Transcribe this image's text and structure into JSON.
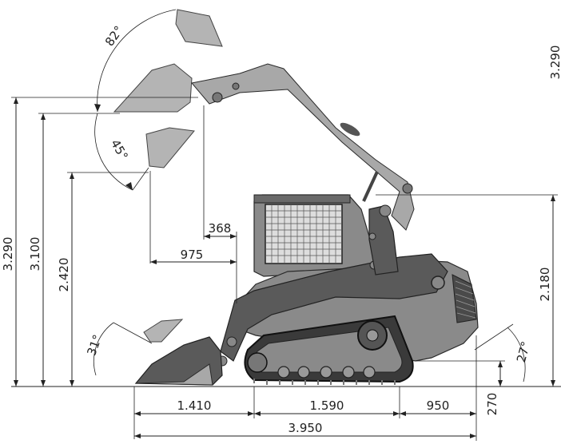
{
  "dimensions": {
    "total_length": "3.950",
    "rear_overhang": "1.410",
    "track_length": "1.590",
    "front_overhang": "950",
    "ground_clearance": "270",
    "max_pin_height": "3.290",
    "dump_height": "3.100",
    "dump_clearance": "2.420",
    "cab_height": "2.180",
    "dump_reach": "975",
    "reach_offset": "368",
    "rear_height_label": "3.290"
  },
  "angles": {
    "rollback_max": "82°",
    "dump_angle": "45°",
    "ground_rollback": "31°",
    "departure_angle": "27°"
  }
}
